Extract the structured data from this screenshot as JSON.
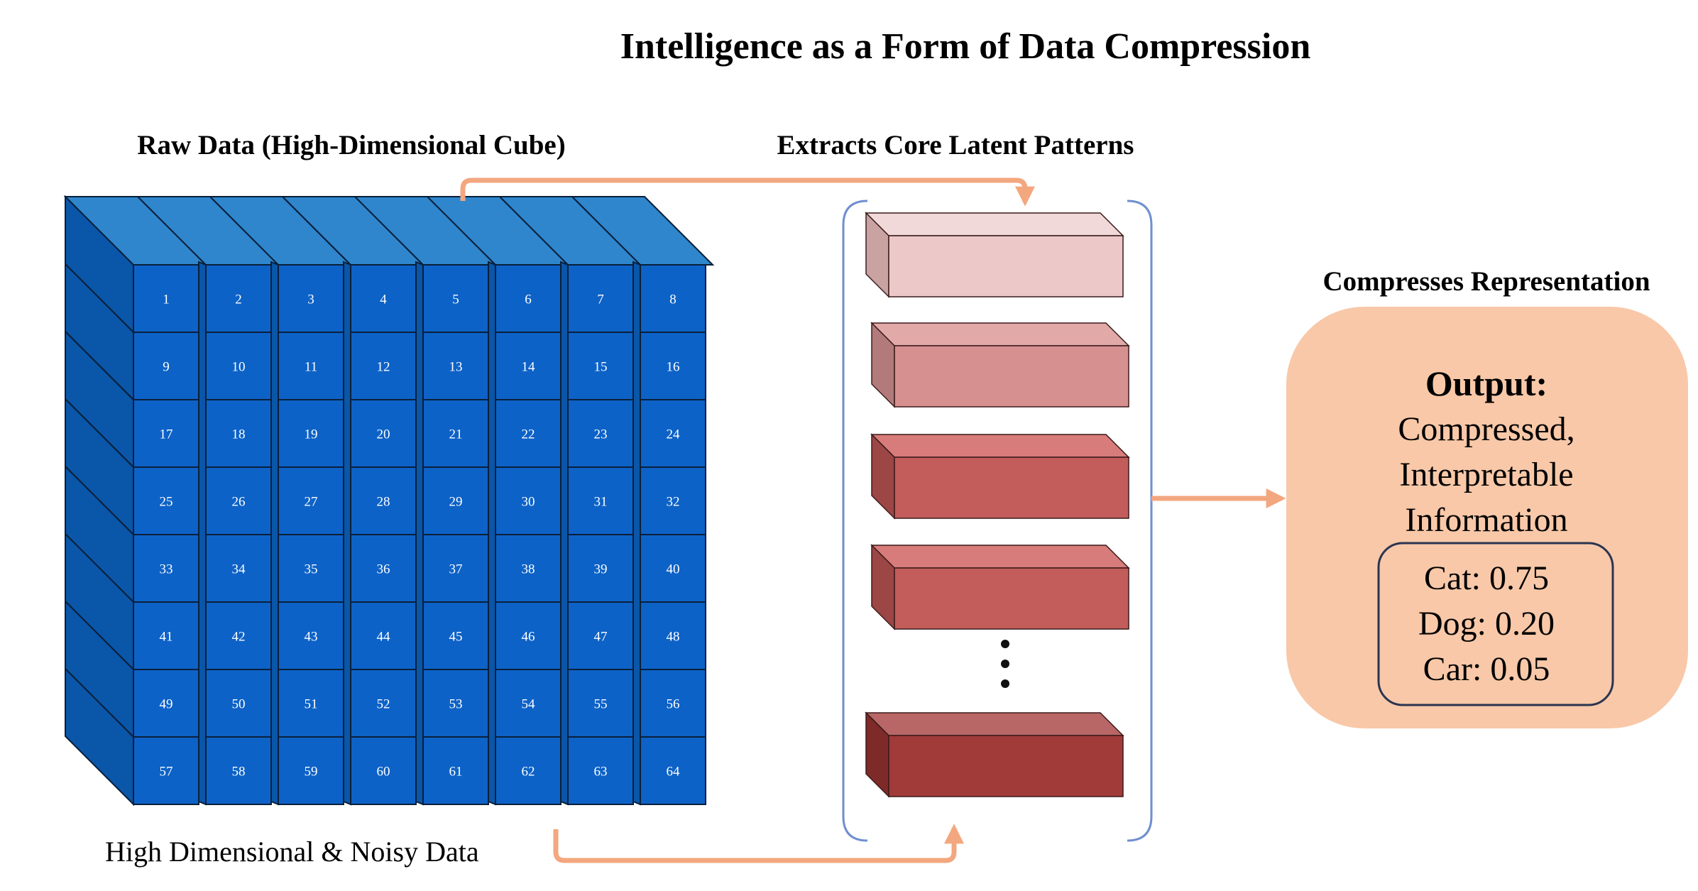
{
  "title": "Intelligence as a Form of Data Compression",
  "raw_data": {
    "heading": "Raw Data (High-Dimensional Cube)",
    "caption": "High Dimensional & Noisy Data",
    "grid": {
      "rows": 8,
      "cols": 8
    },
    "cells": [
      "1",
      "2",
      "3",
      "4",
      "5",
      "6",
      "7",
      "8",
      "9",
      "10",
      "11",
      "12",
      "13",
      "14",
      "15",
      "16",
      "17",
      "18",
      "19",
      "20",
      "21",
      "22",
      "23",
      "24",
      "25",
      "26",
      "27",
      "28",
      "29",
      "30",
      "31",
      "32",
      "33",
      "34",
      "35",
      "36",
      "37",
      "38",
      "39",
      "40",
      "41",
      "42",
      "43",
      "44",
      "45",
      "46",
      "47",
      "48",
      "49",
      "50",
      "51",
      "52",
      "53",
      "54",
      "55",
      "56",
      "57",
      "58",
      "59",
      "60",
      "61",
      "62",
      "63",
      "64"
    ]
  },
  "latent": {
    "heading": "Extracts Core Latent Patterns",
    "ellipsis": "⋮",
    "blocks": [
      {
        "front": "#ecc8c8",
        "top": "#f2d9d9",
        "side": "#c9a2a2"
      },
      {
        "front": "#d69090",
        "top": "#e2a9a9",
        "side": "#b27a7a"
      },
      {
        "front": "#c25d5b",
        "top": "#d77c7a",
        "side": "#9c4645"
      },
      {
        "front": "#c25d5b",
        "top": "#d77c7a",
        "side": "#9c4645"
      },
      {
        "front": "#a03b3a",
        "top": "#b86766",
        "side": "#7d2a29"
      }
    ]
  },
  "output": {
    "heading": "Compresses Representation",
    "label": "Output:",
    "lines": [
      "Compressed,",
      "Interpretable",
      "Information"
    ],
    "scores": [
      "Cat: 0.75",
      "Dog: 0.20",
      "Car: 0.05"
    ]
  },
  "colors": {
    "cube_front": "#0d62c7",
    "cube_top": "#2f86cc",
    "cube_side": "#0a56a8",
    "arrow": "#f3a77f",
    "output_fill": "#f8c8a8",
    "bracket": "#6f8fd0",
    "score_border": "#2a3550"
  }
}
